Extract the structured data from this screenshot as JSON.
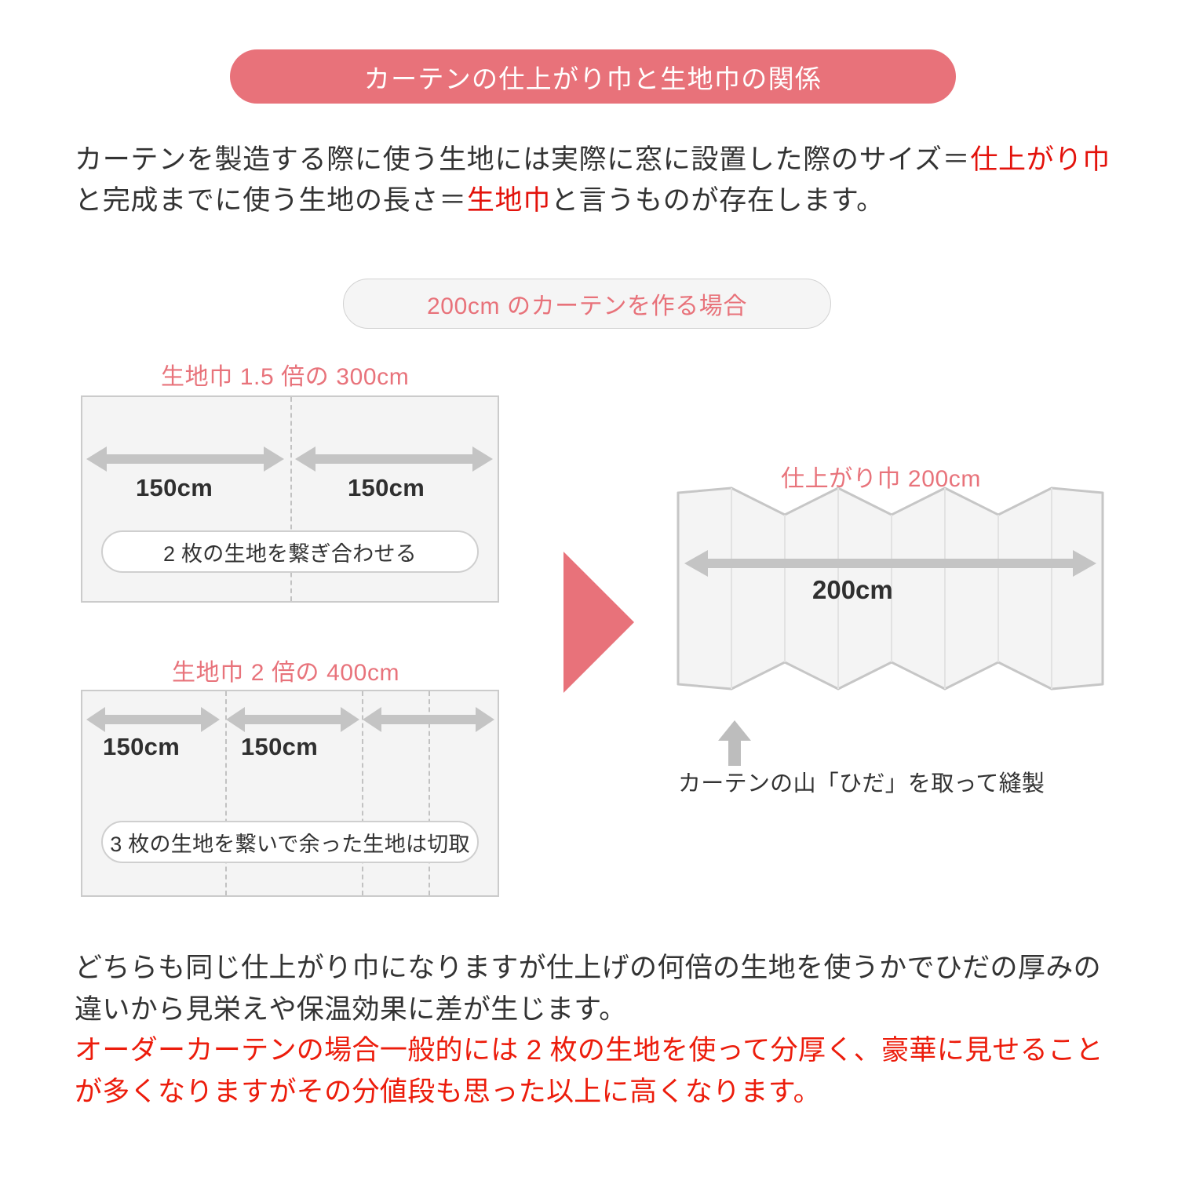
{
  "colors": {
    "banner_bg": "#e8727a",
    "banner_text": "#ffffff",
    "salmon": "#e8737b",
    "red": "#e3120b",
    "red_block": "#ec1c0b",
    "fabric_fill": "#f4f4f4",
    "fabric_border": "#cbcbcb",
    "arrow_gray": "#c4c4c4",
    "dark_text": "#333333"
  },
  "banner": {
    "title": "カーテンの仕上がり巾と生地巾の関係"
  },
  "intro": {
    "part1": "カーテンを製造する際に使う生地には実際に窓に設置した際のサイズ＝",
    "highlight1": "仕上がり巾",
    "part2": "と完成までに使う生地の長さ＝",
    "highlight2": "生地巾",
    "part3": "と言うものが存在します。"
  },
  "case_pill": {
    "label": "200cm のカーテンを作る場合"
  },
  "diagram_1_5x": {
    "heading": "生地巾 1.5 倍の 300cm",
    "segments": [
      {
        "label": "150cm"
      },
      {
        "label": "150cm"
      }
    ],
    "note": "2 枚の生地を繋ぎ合わせる"
  },
  "diagram_2x": {
    "heading": "生地巾 2 倍の 400cm",
    "segments": [
      {
        "label": "150cm"
      },
      {
        "label": "150cm"
      },
      {
        "label": ""
      }
    ],
    "note": "3 枚の生地を繋いで余った生地は切取"
  },
  "curtain": {
    "heading": "仕上がり巾 200cm",
    "dimension": "200cm",
    "caption": "カーテンの山「ひだ」を取って縫製"
  },
  "outro": {
    "paragraph1": "どちらも同じ仕上がり巾になりますが仕上げの何倍の生地を使うかでひだの厚みの違いから見栄えや保温効果に差が生じます。",
    "paragraph2": "オーダーカーテンの場合一般的には 2 枚の生地を使って分厚く、豪華に見せることが多くなりますがその分値段も思った以上に高くなります。"
  },
  "icons": {
    "flow_arrow": "right-triangle-arrow-icon",
    "pleat_pointer": "up-arrow-icon",
    "measure": "double-headed-arrow-icon"
  }
}
